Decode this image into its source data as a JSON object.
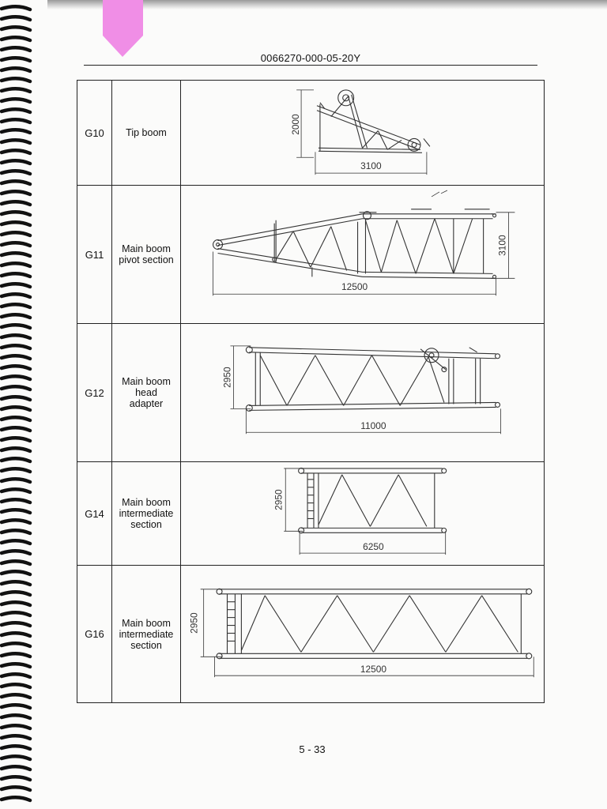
{
  "header": {
    "document_number": "0066270-000-05-20Y"
  },
  "parts": [
    {
      "code": "G10",
      "description": [
        "Tip boom"
      ],
      "dimensions": {
        "height": "2000",
        "length": "3100"
      }
    },
    {
      "code": "G11",
      "description": [
        "Main boom",
        "pivot section"
      ],
      "dimensions": {
        "height": "3100",
        "length": "12500"
      }
    },
    {
      "code": "G12",
      "description": [
        "Main boom",
        "head",
        "adapter"
      ],
      "dimensions": {
        "height": "2950",
        "length": "11000"
      }
    },
    {
      "code": "G14",
      "description": [
        "Main boom",
        "intermediate",
        "section"
      ],
      "dimensions": {
        "height": "2950",
        "length": "6250"
      }
    },
    {
      "code": "G16",
      "description": [
        "Main boom",
        "intermediate",
        "section"
      ],
      "dimensions": {
        "height": "2950",
        "length": "12500"
      }
    }
  ],
  "footer": {
    "page_number": "5 - 33"
  }
}
